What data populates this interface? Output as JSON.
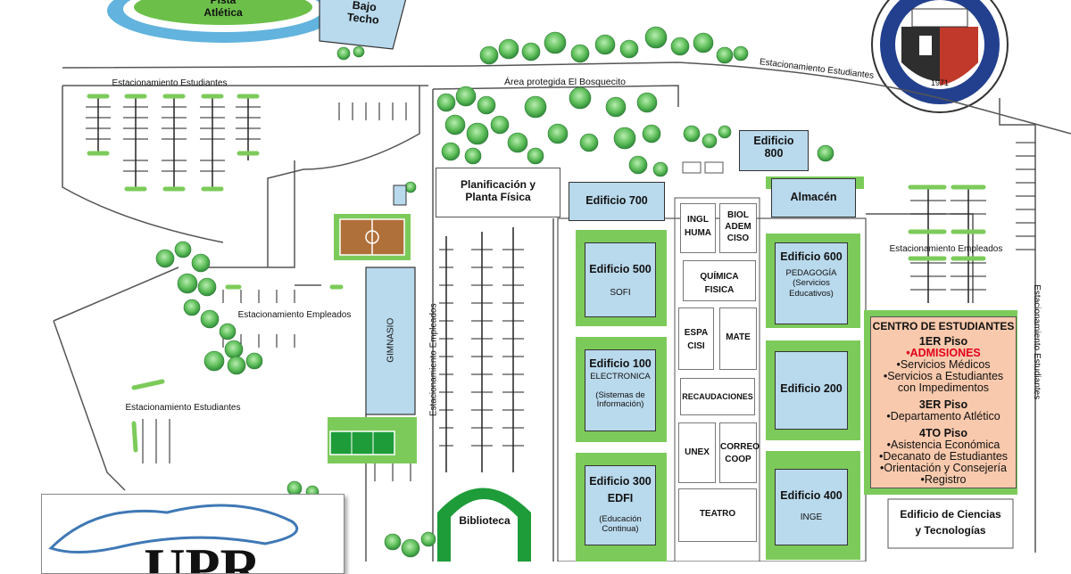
{
  "map": {
    "places": {
      "pista": "Pista\nAtlética",
      "bajo_techo": "Bajo\nTecho",
      "bosquecito": "Área protegida El Bosquecito",
      "planificacion": "Planificación y\nPlanta Física",
      "biblioteca": "Biblioteca",
      "gimnasio": "GIMNASIO",
      "ciencias": "Edificio de Ciencias\ny Tecnologías",
      "almacen": "Almacén"
    },
    "parking": {
      "est_top_left": "Estacionamiento Estudiantes",
      "est_top_right": "Estacionamiento Estudiantes",
      "est_left": "Estacionamiento Estudiantes",
      "emp_left": "Estacionamiento Empleados",
      "emp_vertical": "Estacionamiento Empleados",
      "emp_right": "Estacionamiento Empleados",
      "est_vertical_right": "Estacionamiento Estudiantes"
    },
    "buildings": {
      "e800": "Edificio\n800",
      "e700": "Edificio 700",
      "e500": "Edificio 500",
      "e500_sub": "SOFI",
      "e100": "Edificio 100",
      "e100_sub": "ELECTRONICA\n\n(Sistemas de\nInformación)",
      "e300": "Edificio 300\nEDFI",
      "e300_sub": "(Educación\nContinua)",
      "e600": "Edificio 600",
      "e600_sub": "PEDAGOGÍA\n(Servicios\nEducativos)",
      "e200": "Edificio 200",
      "e400": "Edificio 400",
      "e400_sub": "INGE"
    },
    "small_blocks": {
      "ingl": "INGL\nHUMA",
      "biol": "BIOL\nADEM\nCISO",
      "quimica": "QUÍMICA\nFISICA",
      "espa": "ESPA\nCISI",
      "mate": "MATE",
      "recaudaciones": "RECAUDACIONES",
      "unex": "UNEX",
      "correo": "CORREO\nCOOP",
      "teatro": "TEATRO"
    },
    "centro": {
      "title": "CENTRO DE ESTUDIANTES",
      "piso1": "1ER Piso",
      "admisiones": "•ADMISIONES",
      "piso1_items": "•Servicios Médicos\n•Servicios a Estudiantes\ncon Impedimentos",
      "piso3": "3ER Piso",
      "piso3_items": "•Departamento Atlético",
      "piso4": "4TO Piso",
      "piso4_items": "•Asistencia Económica\n•Decanato de Estudiantes\n•Orientación y Consejería\n•Registro"
    },
    "seal_year": "1971",
    "logo_text": "UPR"
  },
  "colors": {
    "building_fill": "#b9d9ec",
    "lawn_green": "#7ccb5a",
    "tree_green": "#5fbf5a",
    "track_blue": "#62b3dd",
    "centro_fill": "#f8c9ad",
    "admisiones_red": "#e3001b",
    "road": "#555555"
  }
}
